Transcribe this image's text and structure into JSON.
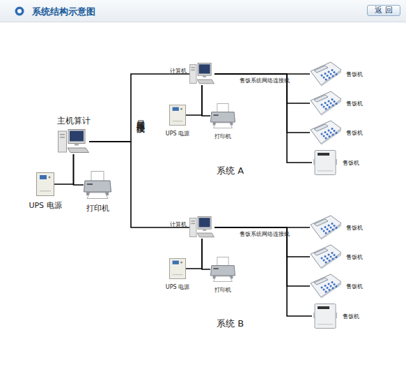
{
  "diagram": {
    "title": "系统结构示意图",
    "nodes": [
      {
        "text": [
          "主机算计"
        ]
      },
      {
        "text": [
          "UPS 电源"
        ]
      },
      {
        "text": [
          "打印机"
        ]
      },
      {
        "text": [
          "计算机"
        ]
      },
      {
        "text": [
          "UPS 电源"
        ]
      },
      {
        "text": [
          "打印机"
        ]
      },
      {
        "text": [
          "售饭机"
        ]
      },
      {
        "text": [
          "售饭机"
        ]
      },
      {
        "text": [
          "售饭机"
        ]
      },
      {
        "text": [
          "售饭机"
        ]
      },
      {
        "text": [
          "计算机"
        ]
      },
      {
        "text": [
          "UPS 电源"
        ]
      },
      {
        "text": [
          "打印机"
        ]
      },
      {
        "text": [
          "售饭机"
        ]
      },
      {
        "text": [
          "售饭机"
        ]
      },
      {
        "text": [
          "售饭机"
        ]
      },
      {
        "text": [
          "售饭机"
        ]
      }
    ],
    "edges": [
      {
        "from": 0,
        "to": 1,
        "arrow": "none"
      },
      {
        "from": 0,
        "to": 2,
        "arrow": "none"
      },
      {
        "from": 0,
        "to": 3,
        "arrow": "none"
      },
      {
        "from": 0,
        "to": 10,
        "arrow": "none"
      },
      {
        "from": 3,
        "to": 4,
        "arrow": "none"
      },
      {
        "from": 3,
        "to": 5,
        "arrow": "none"
      },
      {
        "from": 3,
        "to": 6,
        "arrow": "none"
      },
      {
        "from": 3,
        "to": 7,
        "arrow": "none"
      },
      {
        "from": 3,
        "to": 8,
        "arrow": "none"
      },
      {
        "from": 3,
        "to": 9,
        "arrow": "none"
      },
      {
        "from": 10,
        "to": 11,
        "arrow": "none"
      },
      {
        "from": 10,
        "to": 12,
        "arrow": "none"
      },
      {
        "from": 10,
        "to": 13,
        "arrow": "none"
      },
      {
        "from": 10,
        "to": 14,
        "arrow": "none"
      },
      {
        "from": 10,
        "to": 15,
        "arrow": "none"
      },
      {
        "from": 10,
        "to": 16,
        "arrow": "none"
      }
    ],
    "labels": [
      "返 回",
      "局域网络连接线",
      "售饭系统网络连接线",
      "系统 A",
      "售饭系统网络连接线",
      "系统 B"
    ]
  }
}
